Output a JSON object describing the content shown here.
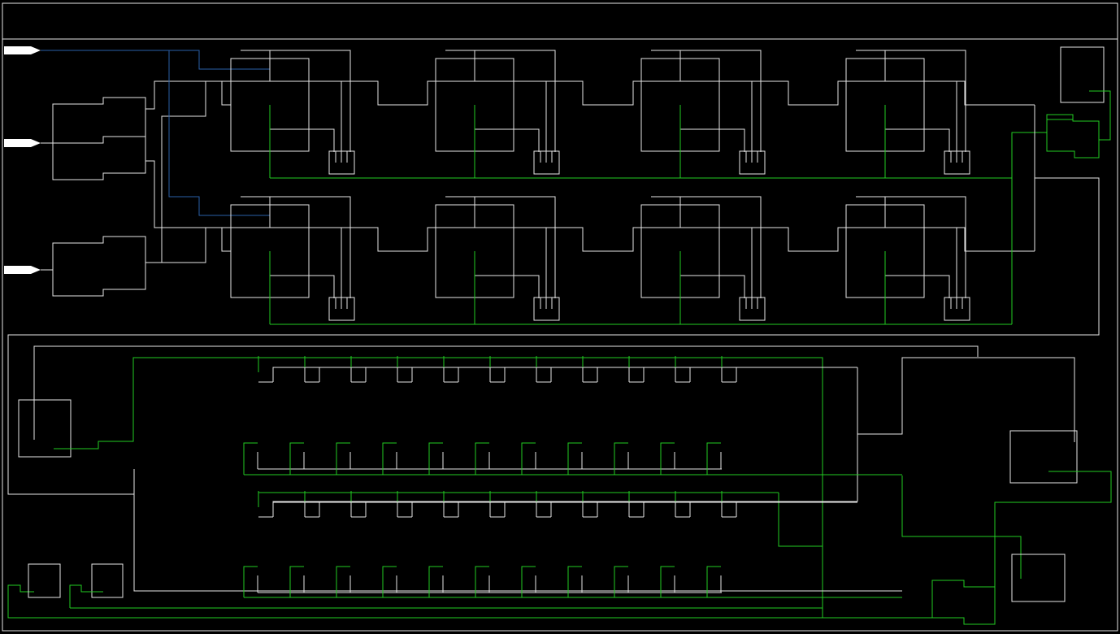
{
  "window": {
    "title": ""
  },
  "colors": {
    "background": "#000000",
    "white_wire": "#e6e6e6",
    "green_wire": "#22cc22",
    "blue_wire": "#2a5fa8"
  },
  "diagram": {
    "type": "schematic",
    "upper_cell_array": {
      "rows": 2,
      "columns": 4
    },
    "lower_register_rows": {
      "rows": 4,
      "taps_per_row": 11
    },
    "input_ports": 3
  }
}
